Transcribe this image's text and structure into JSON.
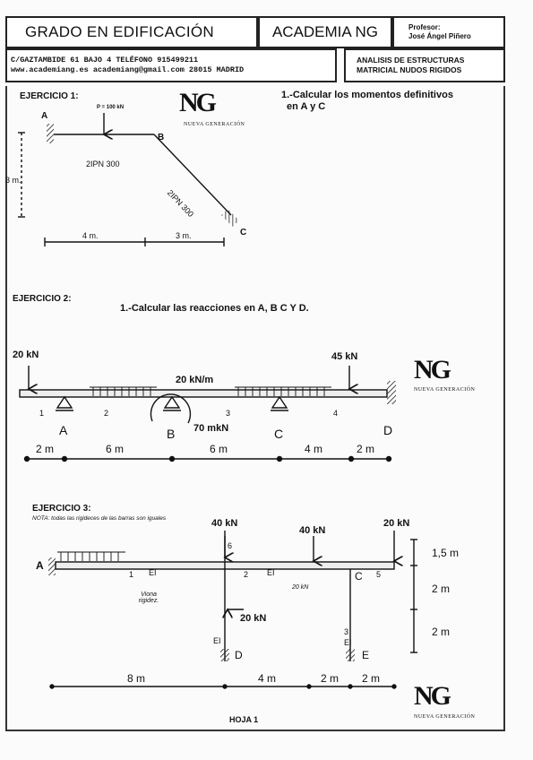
{
  "header": {
    "grado": "GRADO EN EDIFICACIÓN",
    "academia": "ACADEMIA NG",
    "profesor_label": "Profesor:",
    "profesor_name": "José Ángel Piñero",
    "address_line1": "C/GAZTAMBIDE 61 BAJO 4    TELÉFONO 915499211",
    "address_line2": "www.academiang.es   academiang@gmail.com   28015  MADRID",
    "tema_line1": "ANALISIS DE ESTRUCTURAS",
    "tema_line2": "MATRICIAL NUDOS RIGIDOS"
  },
  "logo": {
    "mark": "NG",
    "text": "NUEVA GENERACIÓN"
  },
  "ej1": {
    "title": "EJERCICIO 1:",
    "task": "1.-Calcular los momentos definitivos",
    "task2": "en A y C",
    "load": "P = 100 kN",
    "node_a": "A",
    "node_b": "B",
    "node_c": "C",
    "bar1": "2IPN 300",
    "bar2": "2IPN 300",
    "dim_h": "3 m.",
    "dim_1": "4 m.",
    "dim_2": "3 m."
  },
  "ej2": {
    "title": "EJERCICIO 2:",
    "task": "1.-Calcular las reacciones en A, B C Y D.",
    "load_left": "20 kN",
    "load_right": "45 kN",
    "dist": "20 kN/m",
    "moment": "70 mkN",
    "n1": "1",
    "n2": "2",
    "n3": "3",
    "n4": "4",
    "sa": "A",
    "sb": "B",
    "sc": "C",
    "sd": "D",
    "d1": "2 m",
    "d2": "6 m",
    "d3": "6 m",
    "d4": "4 m",
    "d5": "2 m"
  },
  "ej3": {
    "title": "EJERCICIO 3:",
    "note": "NOTA: todas las rigideces de las barras son iguales",
    "p1": "40 kN",
    "p2": "40 kN",
    "p3": "20 kN",
    "p4": "20 kN",
    "node_a": "A",
    "node_c": "C",
    "node_d": "D",
    "node_e": "E",
    "n1": "1",
    "n2": "2",
    "n5": "5",
    "n6": "6",
    "n3": "3",
    "ei": "EI",
    "v1": "1,5 m",
    "v2": "2 m",
    "v3": "2 m",
    "h1": "8 m",
    "h2": "4 m",
    "h3": "2 m",
    "h4": "2 m",
    "hand1": "Viona rigidez.",
    "hand2": "20 kN"
  },
  "footer": {
    "hoja": "HOJA 1"
  }
}
